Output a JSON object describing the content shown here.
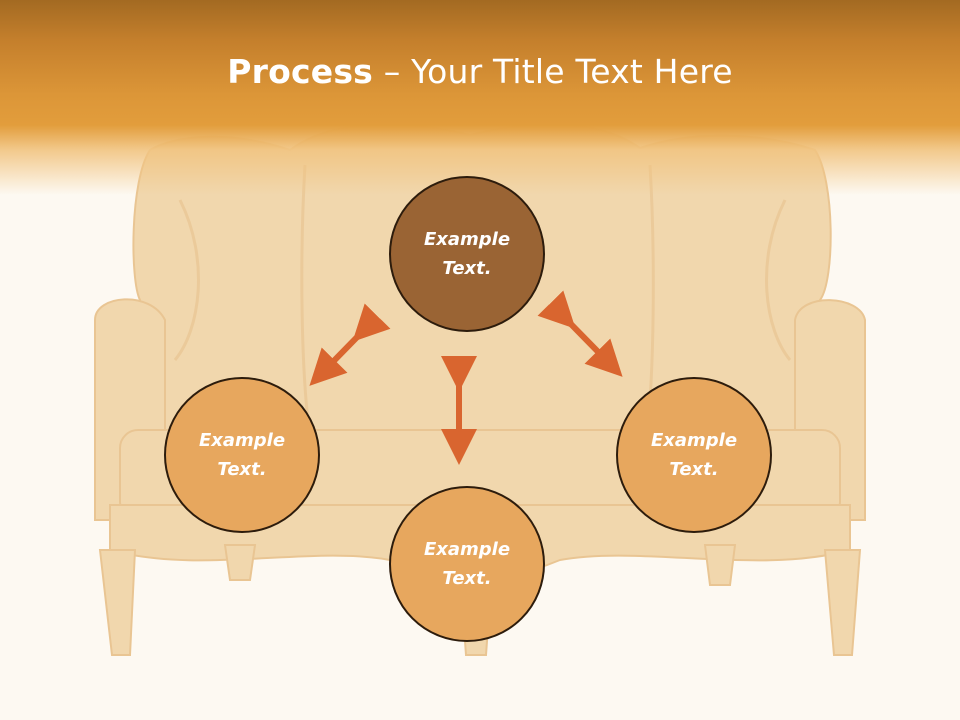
{
  "title": {
    "bold": "Process",
    "rest": " – Your Title Text Here"
  },
  "nodes": {
    "top": {
      "label": "Example\nText."
    },
    "left": {
      "label": "Example\nText."
    },
    "right": {
      "label": "Example\nText."
    },
    "bottom": {
      "label": "Example\nText."
    }
  },
  "colors": {
    "header": "#e29d3c",
    "circle_light": "#e7a75e",
    "circle_dark": "#9a6434",
    "arrow": "#d9652f"
  }
}
